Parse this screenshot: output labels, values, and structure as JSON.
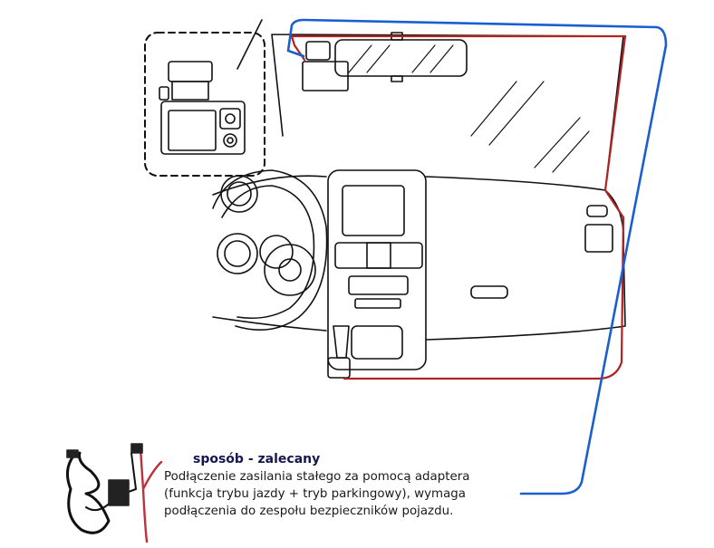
{
  "caption": {
    "title": "sposób - zalecany",
    "lines": [
      "Podłączenie zasilania stałego za pomocą adaptera",
      "(funkcja trybu jazdy + tryb parkingowy), wymaga",
      "podłączenia do zespołu bezpieczników pojazdu."
    ]
  },
  "colors": {
    "red_wire": "#b22222",
    "blue_wire": "#1a5fd0",
    "line": "#111111"
  }
}
